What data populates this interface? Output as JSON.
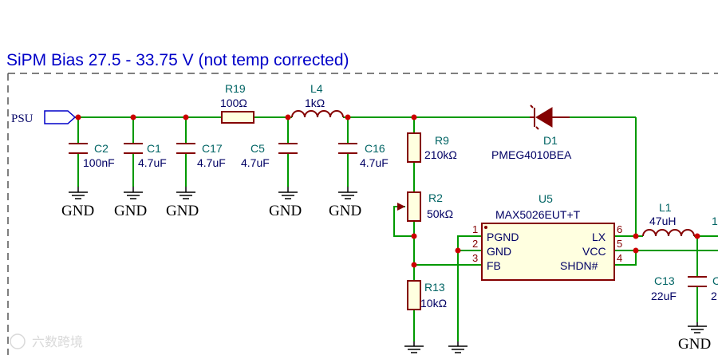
{
  "title": "SiPM Bias 27.5 - 33.75 V (not temp corrected)",
  "power_port": "PSU",
  "ground_label": "GND",
  "capacitors": [
    {
      "ref": "C2",
      "value": "100nF"
    },
    {
      "ref": "C1",
      "value": "4.7uF"
    },
    {
      "ref": "C17",
      "value": "4.7uF"
    },
    {
      "ref": "C5",
      "value": "4.7uF"
    },
    {
      "ref": "C16",
      "value": "4.7uF"
    },
    {
      "ref": "C13",
      "value": "22uF"
    }
  ],
  "resistors": [
    {
      "ref": "R19",
      "value": "100Ω"
    },
    {
      "ref": "R9",
      "value": "210kΩ"
    },
    {
      "ref": "R2",
      "value": "50kΩ"
    },
    {
      "ref": "R13",
      "value": "10kΩ"
    }
  ],
  "inductors": [
    {
      "ref": "L4",
      "value": "1kΩ"
    },
    {
      "ref": "L1",
      "value": "47uH"
    }
  ],
  "diode": {
    "ref": "D1",
    "value": "PMEG4010BEA"
  },
  "ic": {
    "ref": "U5",
    "value": "MAX5026EUT+T",
    "pins": [
      {
        "num": "1",
        "name": "PGND"
      },
      {
        "num": "2",
        "name": "GND"
      },
      {
        "num": "3",
        "name": "FB"
      },
      {
        "num": "6",
        "name": "LX"
      },
      {
        "num": "5",
        "name": "VCC"
      },
      {
        "num": "4",
        "name": "SHDN#"
      }
    ]
  },
  "partial_labels": {
    "right_ref": "1",
    "right_cap": "C",
    "right_cap_val": "2"
  },
  "watermark": "六数跨境",
  "colors": {
    "wire": "#009900",
    "component": "#840000",
    "title": "#0000c8",
    "junction": "#cc0000"
  }
}
